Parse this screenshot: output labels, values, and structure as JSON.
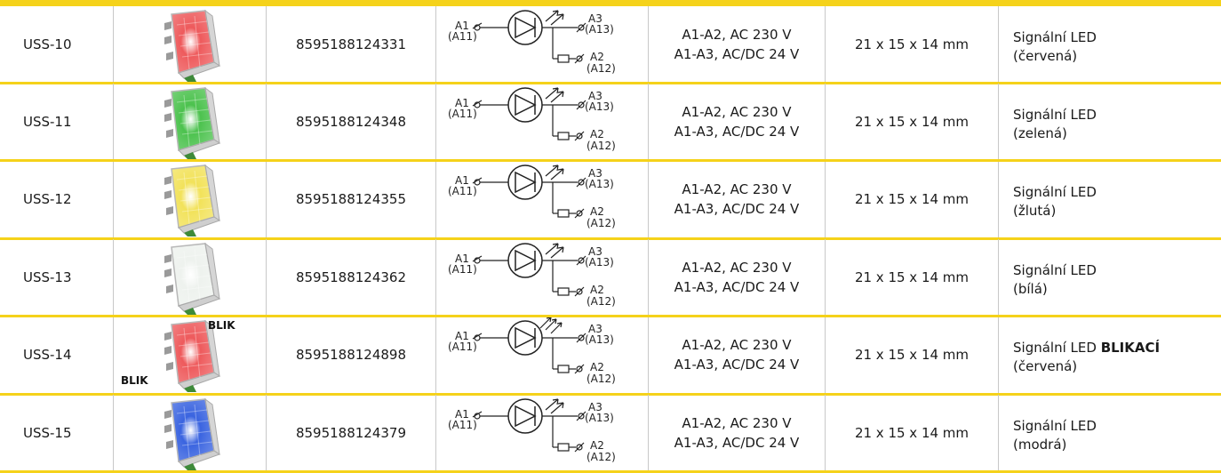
{
  "colors": {
    "rule": "#f5d21a",
    "divider": "#c8c8c8",
    "text": "#1a1a1a"
  },
  "products": [
    {
      "code": "USS-10",
      "ean": "8595188124331",
      "voltage_line1": "A1-A2, AC 230 V",
      "voltage_line2": "A1-A3, AC/DC 24 V",
      "dimensions": "21 x 15 x 14 mm",
      "desc_main": "Signální LED",
      "desc_extra": "",
      "desc_color": "(červená)",
      "led_color": "#ee5a5c",
      "blink_labels": []
    },
    {
      "code": "USS-11",
      "ean": "8595188124348",
      "voltage_line1": "A1-A2, AC 230 V",
      "voltage_line2": "A1-A3, AC/DC 24 V",
      "dimensions": "21 x 15 x 14 mm",
      "desc_main": "Signální LED",
      "desc_extra": "",
      "desc_color": "(zelená)",
      "led_color": "#4cc24e",
      "blink_labels": []
    },
    {
      "code": "USS-12",
      "ean": "8595188124355",
      "voltage_line1": "A1-A2, AC 230 V",
      "voltage_line2": "A1-A3, AC/DC 24 V",
      "dimensions": "21 x 15 x 14 mm",
      "desc_main": "Signální LED",
      "desc_extra": "",
      "desc_color": "(žlutá)",
      "led_color": "#f2e25a",
      "blink_labels": []
    },
    {
      "code": "USS-13",
      "ean": "8595188124362",
      "voltage_line1": "A1-A2, AC 230 V",
      "voltage_line2": "A1-A3, AC/DC 24 V",
      "dimensions": "21 x 15 x 14 mm",
      "desc_main": "Signální LED",
      "desc_extra": "",
      "desc_color": "(bílá)",
      "led_color": "#eef2ee",
      "blink_labels": []
    },
    {
      "code": "USS-14",
      "ean": "8595188124898",
      "voltage_line1": "A1-A2, AC 230 V",
      "voltage_line2": "A1-A3, AC/DC 24 V",
      "dimensions": "21 x 15 x 14 mm",
      "desc_main": "Signální LED",
      "desc_extra": "BLIKACÍ",
      "desc_color": "(červená)",
      "led_color": "#ee5a5c",
      "blink_labels": [
        "BLIK",
        "BLIK"
      ]
    },
    {
      "code": "USS-15",
      "ean": "8595188124379",
      "voltage_line1": "A1-A2, AC 230 V",
      "voltage_line2": "A1-A3, AC/DC 24 V",
      "dimensions": "21 x 15 x 14 mm",
      "desc_main": "Signální LED",
      "desc_extra": "",
      "desc_color": "(modrá)",
      "led_color": "#3a64e0",
      "blink_labels": []
    }
  ],
  "diagram_labels": {
    "a1": "A1",
    "a11": "(A11)",
    "a3": "A3",
    "a13": "(A13)",
    "a2": "A2",
    "a12": "(A12)"
  }
}
